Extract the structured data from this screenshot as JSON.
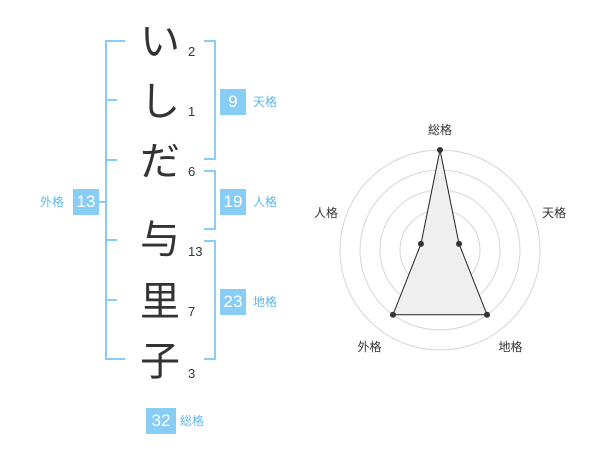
{
  "name": {
    "chars": [
      {
        "char": "い",
        "strokes": "2"
      },
      {
        "char": "し",
        "strokes": "1"
      },
      {
        "char": "だ",
        "strokes": "6"
      },
      {
        "char": "与",
        "strokes": "13"
      },
      {
        "char": "里",
        "strokes": "7"
      },
      {
        "char": "子",
        "strokes": "3"
      }
    ]
  },
  "fortune": {
    "tenkaku": {
      "value": "9",
      "label": "天格"
    },
    "jinkaku": {
      "value": "19",
      "label": "人格"
    },
    "chikaku": {
      "value": "23",
      "label": "地格"
    },
    "gaikaku": {
      "value": "13",
      "label": "外格"
    },
    "soukaku": {
      "value": "32",
      "label": "総格"
    }
  },
  "colors": {
    "accent": "#88cdf6",
    "label": "#5bb8ee"
  },
  "chart_data": {
    "type": "radar",
    "axes": [
      "総格",
      "天格",
      "地格",
      "外格",
      "人格"
    ],
    "values": [
      5,
      1,
      4,
      4,
      1
    ],
    "max": 5,
    "rings": 5
  }
}
